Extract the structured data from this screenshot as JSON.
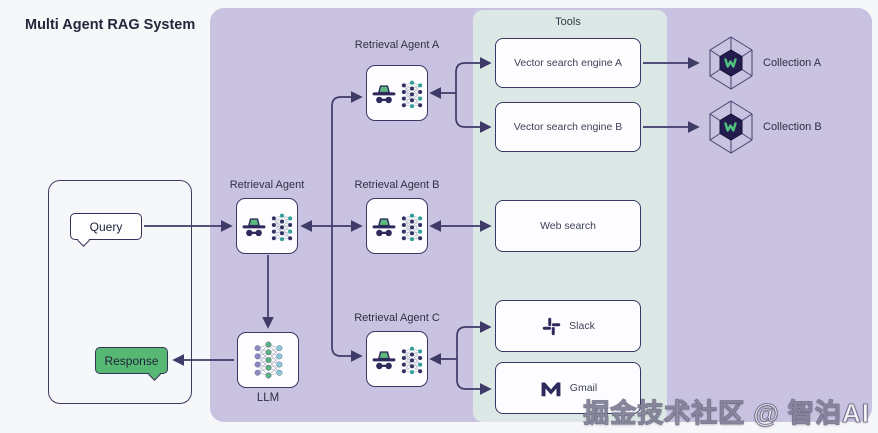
{
  "title": "Multi Agent RAG System",
  "client": {
    "query": "Query",
    "response": "Response"
  },
  "agents": {
    "main": {
      "label": "Retrieval Agent"
    },
    "a": {
      "label": "Retrieval Agent A"
    },
    "b": {
      "label": "Retrieval Agent B"
    },
    "c": {
      "label": "Retrieval Agent C"
    }
  },
  "llm": {
    "label": "LLM"
  },
  "tools": {
    "label": "Tools",
    "vector_a": {
      "label": "Vector search engine A"
    },
    "vector_b": {
      "label": "Vector search engine B"
    },
    "web": {
      "label": "Web search"
    },
    "slack": {
      "label": "Slack"
    },
    "gmail": {
      "label": "Gmail"
    }
  },
  "collections": {
    "a": {
      "label": "Collection A"
    },
    "b": {
      "label": "Collection B"
    }
  },
  "watermark": {
    "text": "掘金技术社区 @ 智泊AI"
  },
  "colors": {
    "panel_purple": "#c9c2e0",
    "tools_band": "#dce8e5",
    "box_border": "#3a3765",
    "connector": "#3e3b68",
    "agent_hat_green": "#5cb97d",
    "response_green": "#57b874",
    "icon_navy": "#2e2a5e",
    "weaviate_green": "#54c27f",
    "llm_node_purple": "#8d89c2",
    "llm_node_green": "#57b57c",
    "llm_node_teal": "#85cdd3"
  }
}
